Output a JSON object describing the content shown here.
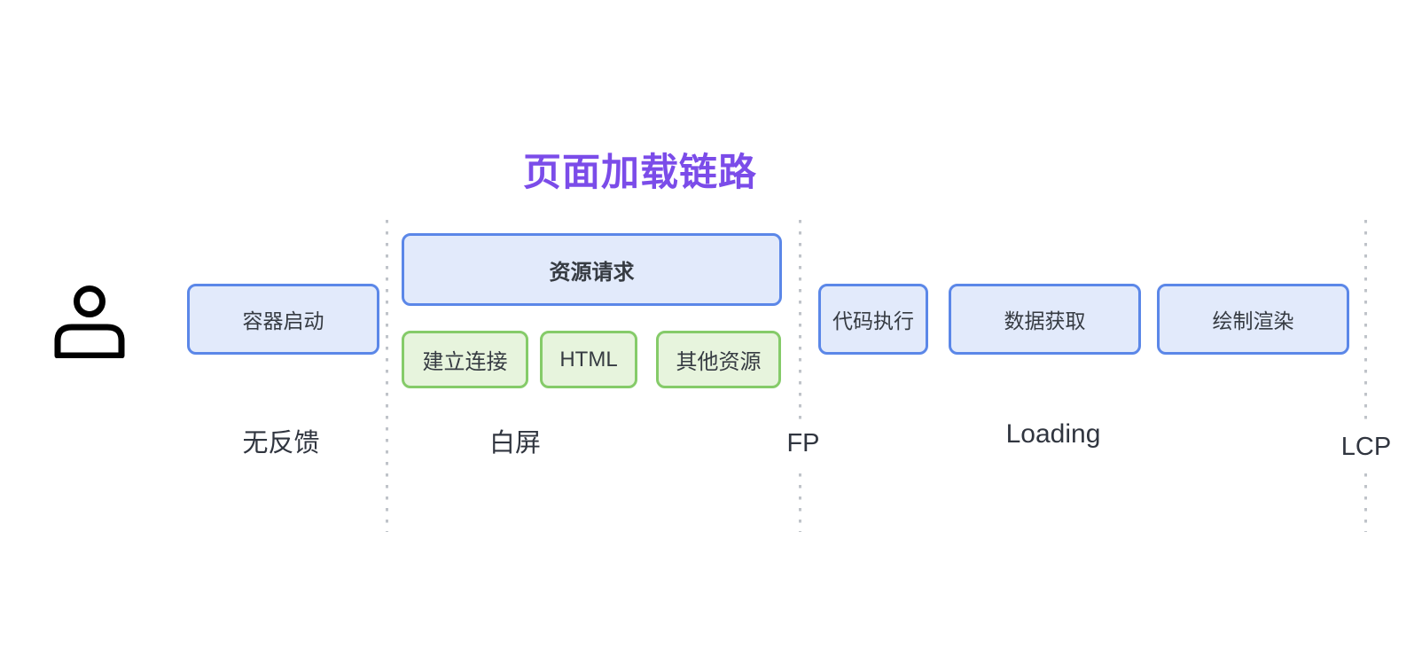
{
  "title": "页面加载链路",
  "actor": {
    "icon": "user-icon"
  },
  "stages": {
    "container_boot": "容器启动",
    "resource_request": "资源请求",
    "establish_connection": "建立连接",
    "html": "HTML",
    "other_resources": "其他资源",
    "code_execution": "代码执行",
    "data_fetch": "数据获取",
    "paint_render": "绘制渲染"
  },
  "milestones": {
    "no_feedback": "无反馈",
    "white_screen": "白屏",
    "fp": "FP",
    "loading": "Loading",
    "lcp": "LCP"
  },
  "colors": {
    "title": "#7B4CE9",
    "blue_border": "#5B87E8",
    "blue_fill": "#E2EAFB",
    "green_border": "#85CB69",
    "green_fill": "#E7F4DD",
    "box_text": "#363B42",
    "label_text": "#30353F",
    "dotted_line": "#BFC3C9",
    "icon": "#000000"
  }
}
